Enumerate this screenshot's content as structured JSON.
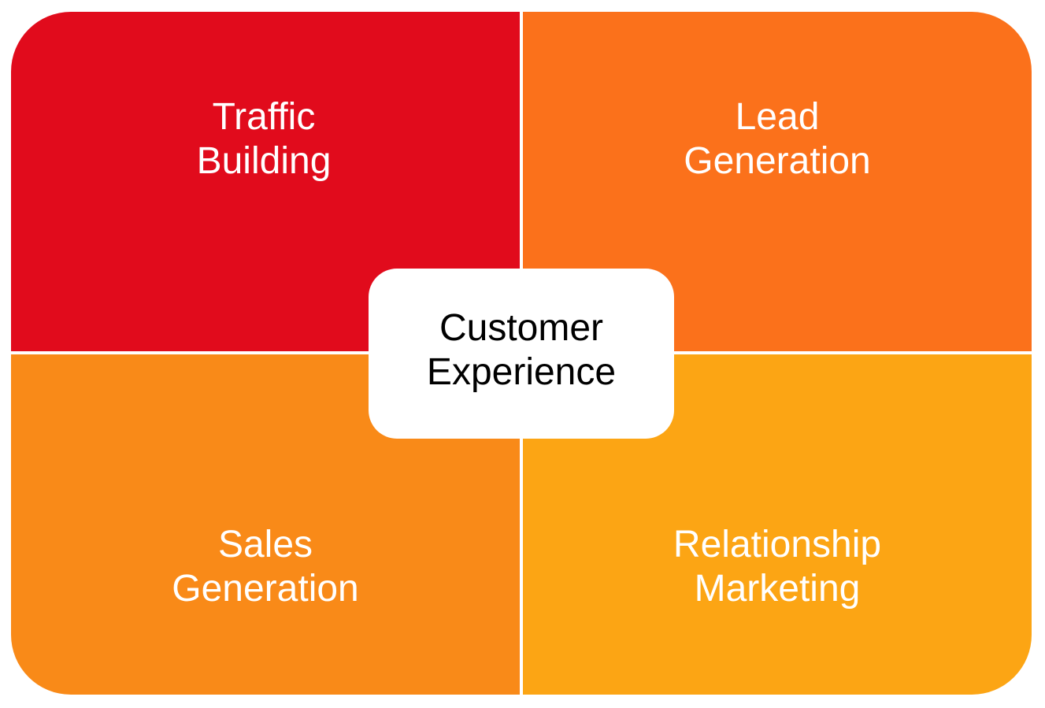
{
  "quadrants": {
    "top_left": {
      "label": "Traffic\nBuilding",
      "color": "#E10B1C"
    },
    "top_right": {
      "label": "Lead\nGeneration",
      "color": "#FB711B"
    },
    "bottom_left": {
      "label": "Sales\nGeneration",
      "color": "#F98A18"
    },
    "bottom_right": {
      "label": "Relationship\nMarketing",
      "color": "#FCA514"
    }
  },
  "center": {
    "label": "Customer\nExperience",
    "color": "#FFFFFF"
  }
}
